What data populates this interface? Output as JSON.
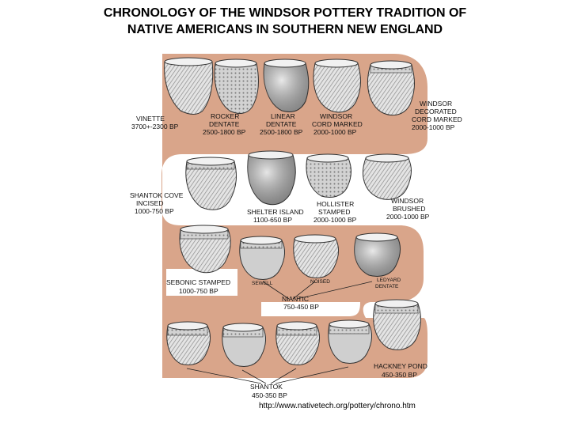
{
  "title": {
    "line1": "CHRONOLOGY OF THE WINDSOR POTTERY TRADITION OF",
    "line2": "NATIVE AMERICANS IN SOUTHERN NEW ENGLAND"
  },
  "colors": {
    "band": "#d9a58a",
    "ink": "#111111",
    "background": "#ffffff"
  },
  "labels": {
    "vinette_name": "VINETTE",
    "vinette_date": "3700+-2300 BP",
    "rocker_name1": "ROCKER",
    "rocker_name2": "DENTATE",
    "rocker_date": "2500-1800 BP",
    "linear_name1": "LINEAR",
    "linear_name2": "DENTATE",
    "linear_date": "2500-1800 BP",
    "wcord_name1": "WINDSOR",
    "wcord_name2": "CORD MARKED",
    "wcord_date": "2000-1000 BP",
    "wdec_name1": "WINDSOR",
    "wdec_name2": "DECORATED",
    "wdec_name3": "CORD MARKED",
    "wdec_date": "2000-1000 BP",
    "scove_name1": "SHANTOK COVE",
    "scove_name2": "INCISED",
    "scove_date": "1000-750 BP",
    "sisland_name": "SHELTER ISLAND",
    "sisland_date": "1100-650 BP",
    "hollister_name1": "HOLLISTER",
    "hollister_name2": "STAMPED",
    "hollister_date": "2000-1000 BP",
    "wbrushed_name1": "WINDSOR",
    "wbrushed_name2": "BRUSHED",
    "wbrushed_date": "2000-1000 BP",
    "sebonic_name": "SEBONIC STAMPED",
    "sebonic_date": "1000-750 BP",
    "niantic_1": "SEWELL",
    "niantic_2": "NOISED",
    "niantic_3": "LEDYARD",
    "niantic_4": "DENTATE",
    "niantic_name": "NIANTIC",
    "niantic_date": "750-450 BP",
    "hackney_name": "HACKNEY POND",
    "hackney_date": "450-350 BP",
    "shantok_name": "SHANTOK",
    "shantok_date": "450-350 BP"
  },
  "source_url": "http://www.nativetech.org/pottery/chrono.htm"
}
